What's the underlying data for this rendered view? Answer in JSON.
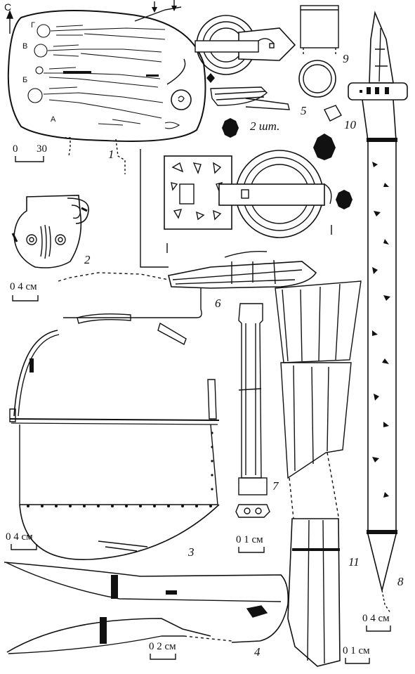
{
  "figure": {
    "north_label": "С",
    "grave_letters": [
      "Г",
      "В",
      "Б",
      "А"
    ],
    "items": [
      {
        "number": "1"
      },
      {
        "number": "2"
      },
      {
        "number": "3"
      },
      {
        "number": "4"
      },
      {
        "number": "5"
      },
      {
        "number": "6"
      },
      {
        "number": "7"
      },
      {
        "number": "8"
      },
      {
        "number": "9"
      },
      {
        "number": "10"
      },
      {
        "number": "11"
      }
    ],
    "count_note": "2 шт.",
    "scales": {
      "s1_left": "0",
      "s1_right": "30",
      "s2": "0  4 см",
      "s3": "0  4 см",
      "s4": "0  2 см",
      "s7": "0  1 см",
      "s8": "0  4 см",
      "s11": "0  1 см"
    }
  }
}
